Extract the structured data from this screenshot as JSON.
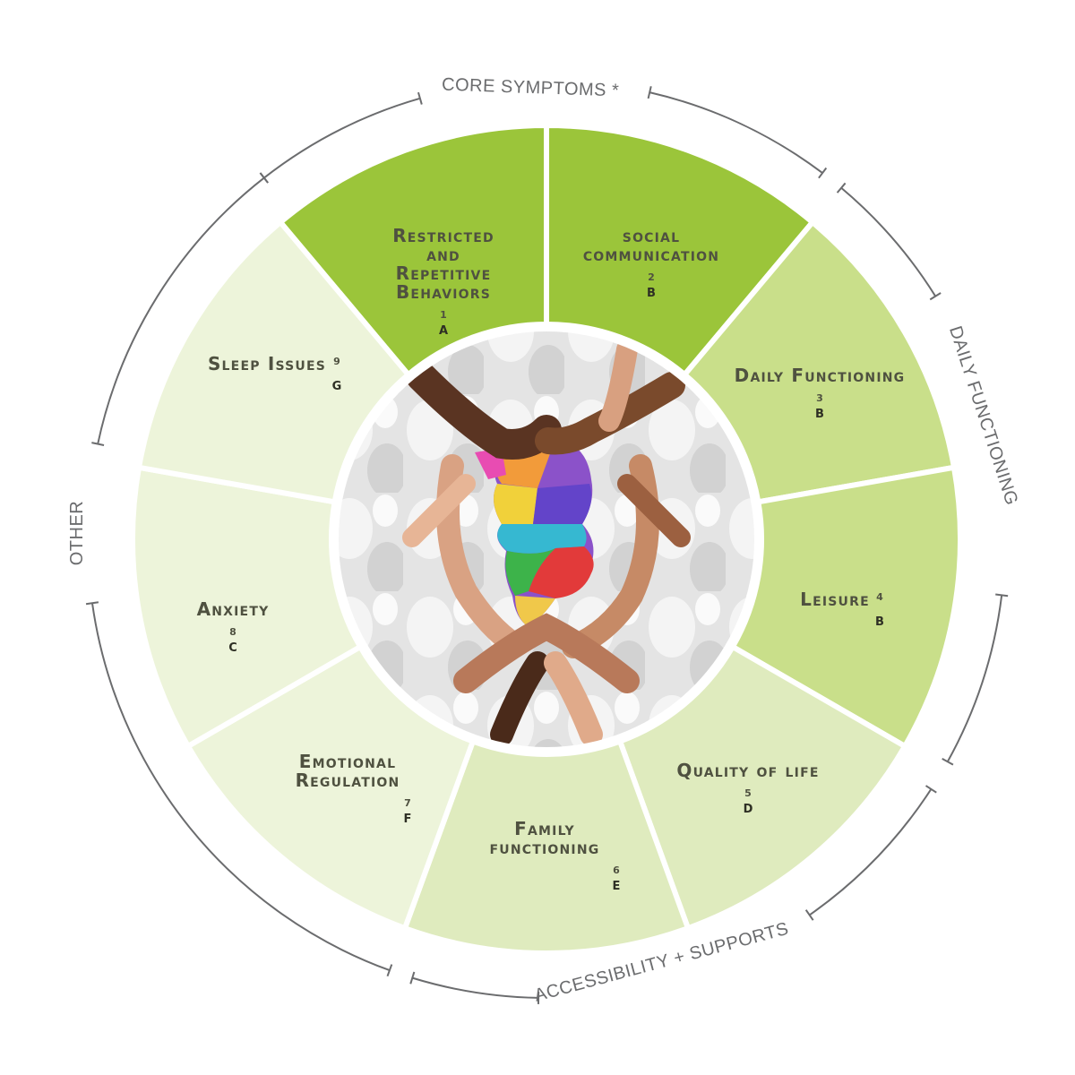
{
  "colors": {
    "core": "#9bc53a",
    "daily": "#c9df8a",
    "access": "#dfebbe",
    "other": "#edf4da",
    "text": "#4f5140",
    "ring_line": "#6b6c6e"
  },
  "groups": {
    "core": "CORE SYMPTOMS *",
    "daily": "DAILY FUNCTIONING",
    "access": "ACCESSIBILITY + SUPPORTS",
    "other": "OTHER"
  },
  "segments": [
    {
      "id": "restricted",
      "group": "core",
      "lines": [
        "Restricted",
        "and",
        "Repetitive",
        "Behaviors"
      ],
      "num": "1",
      "letter": "A"
    },
    {
      "id": "social",
      "group": "core",
      "lines": [
        "social",
        "communication"
      ],
      "num": "2",
      "letter": "B"
    },
    {
      "id": "daily",
      "group": "daily",
      "lines": [
        "Daily Functioning"
      ],
      "num": "3",
      "letter": "B"
    },
    {
      "id": "leisure",
      "group": "daily",
      "lines": [
        "Leisure"
      ],
      "num": "4",
      "letter": "B"
    },
    {
      "id": "quality",
      "group": "access",
      "lines": [
        "Quality of life"
      ],
      "num": "5",
      "letter": "D"
    },
    {
      "id": "family",
      "group": "access",
      "lines": [
        "Family",
        "functioning"
      ],
      "num": "6",
      "letter": "E"
    },
    {
      "id": "emotional",
      "group": "other",
      "lines": [
        "Emotional",
        "Regulation"
      ],
      "num": "7",
      "letter": "F"
    },
    {
      "id": "anxiety",
      "group": "other",
      "lines": [
        "Anxiety"
      ],
      "num": "8",
      "letter": "C"
    },
    {
      "id": "sleep",
      "group": "other",
      "lines": [
        "Sleep Issues"
      ],
      "num": "9",
      "letter": "G"
    }
  ]
}
